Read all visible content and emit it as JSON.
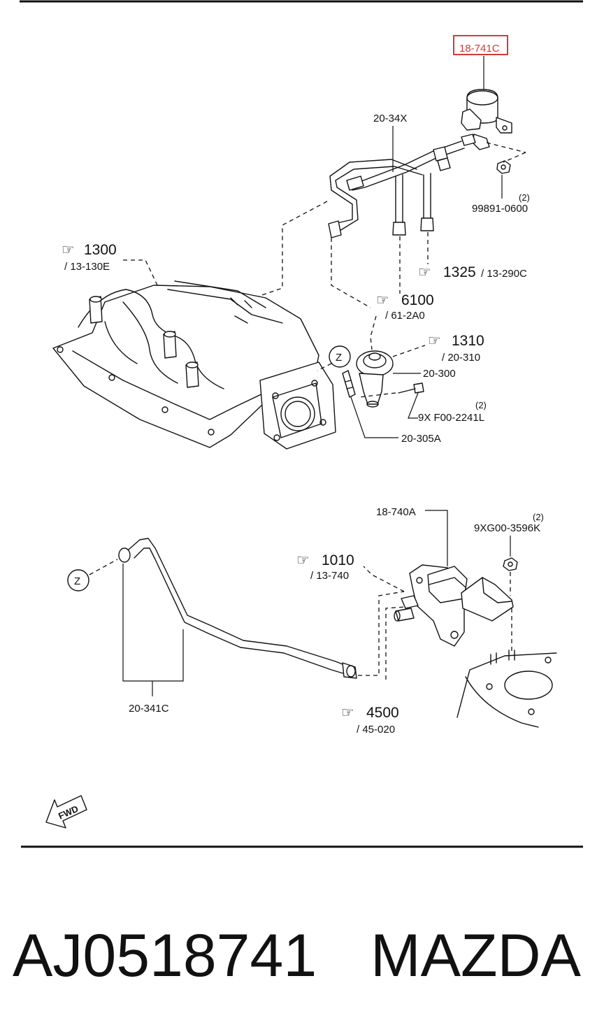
{
  "highlight_color": "#d43a3a",
  "labels": {
    "part_18_741c": "18-741C",
    "hose_20_34x": "20-34X",
    "bolt_qty_top": "(2)",
    "bolt_99891": "99891-0600",
    "ref_1300": "1300",
    "ref_1300_sub": "/ 13-130E",
    "ref_1325": "1325",
    "ref_1325_sub": "/ 13-290C",
    "ref_6100": "6100",
    "ref_6100_sub": "/ 61-2A0",
    "ref_1310": "1310",
    "ref_1310_sub": "/ 20-310",
    "valve_20_300": "20-300",
    "bolt_qty_mid": "(2)",
    "bolt_9xf00": "9X F00-2241L",
    "gasket_20_305a": "20-305A",
    "marker_z_top": "Z",
    "part_18_740a": "18-740A",
    "nut_qty": "(2)",
    "nut_9xg00": "9XG00-3596K",
    "ref_1010": "1010",
    "ref_1010_sub": "/ 13-740",
    "marker_z_bottom": "Z",
    "pipe_20_341c": "20-341C",
    "ref_4500": "4500",
    "ref_4500_sub": "/ 45-020",
    "fwd": "FWD"
  },
  "footer": {
    "part_number": "AJ0518741",
    "brand": "MAZDA"
  }
}
